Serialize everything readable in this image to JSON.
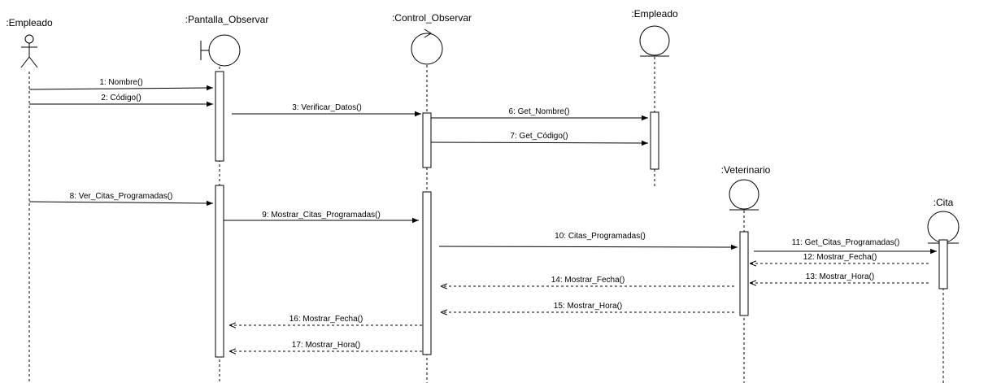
{
  "participants": [
    {
      "id": "emp_actor",
      "name": ":Empleado",
      "kind": "actor"
    },
    {
      "id": "pantalla",
      "name": ":Pantalla_Observar",
      "kind": "boundary"
    },
    {
      "id": "control",
      "name": ":Control_Observar",
      "kind": "control"
    },
    {
      "id": "emp_entity",
      "name": ":Empleado",
      "kind": "entity"
    },
    {
      "id": "veterinario",
      "name": ":Veterinario",
      "kind": "entity"
    },
    {
      "id": "cita",
      "name": ":Cita",
      "kind": "entity"
    }
  ],
  "messages": [
    {
      "id": "m1",
      "label": "1: Nombre()",
      "kind": "sync"
    },
    {
      "id": "m2",
      "label": "2: Código()",
      "kind": "sync"
    },
    {
      "id": "m3",
      "label": "3: Verificar_Datos()",
      "kind": "sync"
    },
    {
      "id": "m6",
      "label": "6: Get_Nombre()",
      "kind": "sync"
    },
    {
      "id": "m7",
      "label": "7: Get_Código()",
      "kind": "sync"
    },
    {
      "id": "m8",
      "label": "8: Ver_Citas_Programadas()",
      "kind": "sync"
    },
    {
      "id": "m9",
      "label": "9: Mostrar_Citas_Programadas()",
      "kind": "sync"
    },
    {
      "id": "m10",
      "label": "10: Citas_Programadas()",
      "kind": "sync"
    },
    {
      "id": "m11",
      "label": "11: Get_Citas_Programadas()",
      "kind": "sync"
    },
    {
      "id": "m12",
      "label": "12: Mostrar_Fecha()",
      "kind": "return"
    },
    {
      "id": "m13",
      "label": "13: Mostrar_Hora()",
      "kind": "return"
    },
    {
      "id": "m14",
      "label": "14: Mostrar_Fecha()",
      "kind": "return"
    },
    {
      "id": "m15",
      "label": "15: Mostrar_Hora()",
      "kind": "return"
    },
    {
      "id": "m16",
      "label": "16: Mostrar_Fecha()",
      "kind": "return"
    },
    {
      "id": "m17",
      "label": "17: Mostrar_Hora()",
      "kind": "return"
    }
  ]
}
